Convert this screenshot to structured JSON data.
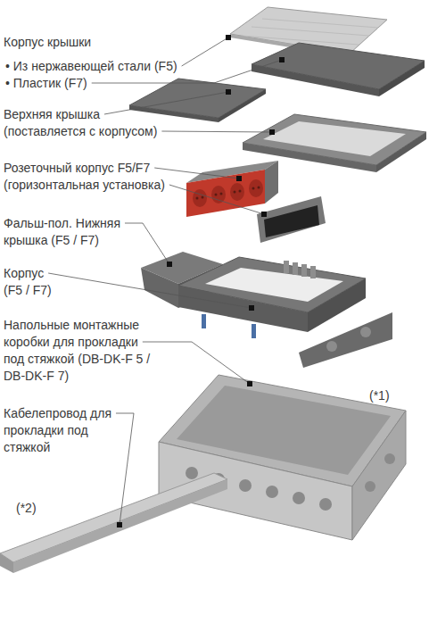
{
  "diagram": {
    "labels": [
      "Корпус крышки",
      "• Из нержавеющей стали (F5)",
      "• Пластик (F7)",
      "Верхняя крышка (поставляется с корпусом)",
      "Розеточный корпус F5/F7 (горизонтальная установка)",
      "Фальш-пол. Нижняя крышка (F5 / F7)",
      "Корпус (F5 / F7)",
      "Напольные монтажные коробки для прокладки под стяжкой (DB-DK-F 5 / DB-DK-F 7)",
      "Кабелепровод для прокладки под стяжкой",
      "(*1)",
      "(*2)"
    ]
  }
}
